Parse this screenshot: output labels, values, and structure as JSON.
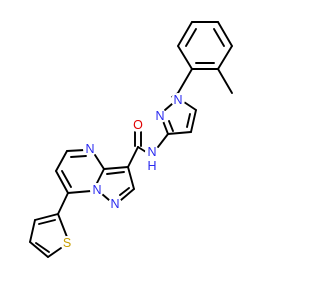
{
  "colors": {
    "background": "#ffffff",
    "bond": "#000000",
    "N": "#2a2af0",
    "O": "#e00000",
    "S": "#c8a000",
    "H": "#2a2af0"
  },
  "labels": {
    "n_pyrazole_1": "N",
    "n_pyrazole_2": "N",
    "amide_nh": "N",
    "amide_h": "H",
    "carbonyl_o": "O",
    "n_pyrimidine": "N",
    "n_bridgehead": "N",
    "n_pyrazole_b": "N",
    "thiophene_s": "S"
  }
}
